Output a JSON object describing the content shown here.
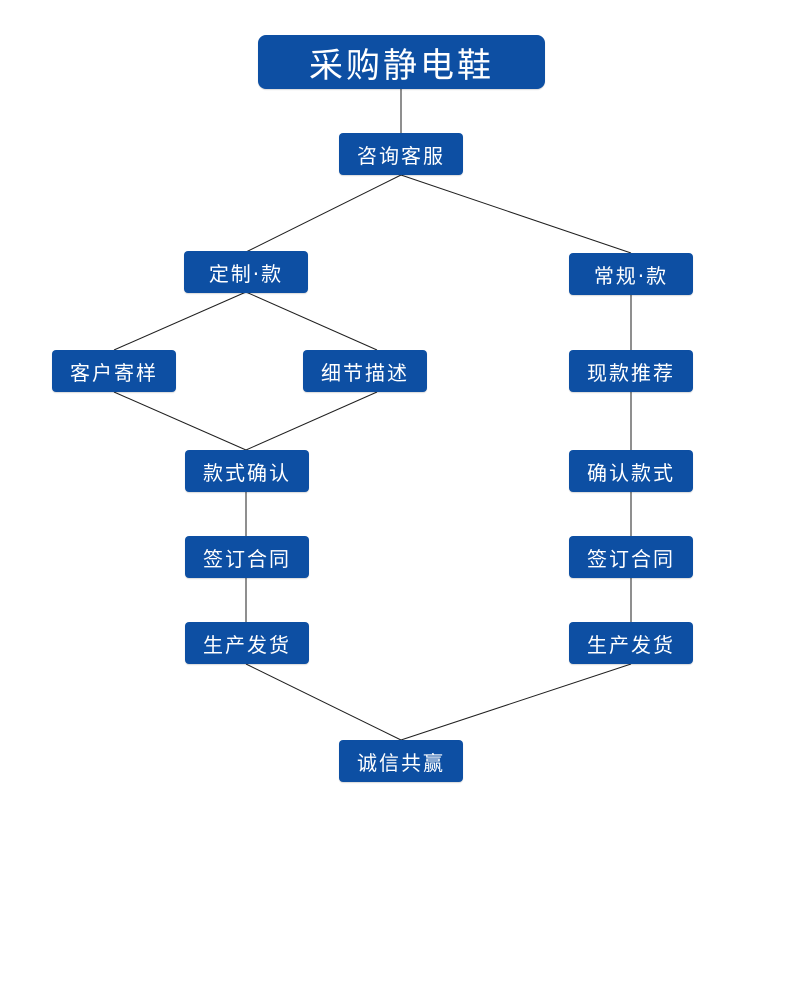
{
  "colors": {
    "node_fill": "#0d4fa3",
    "node_text": "#ffffff",
    "connector": "#1f1f1f",
    "background": "#ffffff"
  },
  "nodes": {
    "title": "采购静电鞋",
    "consult": "咨询客服",
    "custom": "定制·款",
    "regular": "常规·款",
    "customer_sample": "客户寄样",
    "detail_description": "细节描述",
    "recommend_existing": "现款推荐",
    "confirm_style_left": "款式确认",
    "confirm_style_right": "确认款式",
    "sign_contract_left": "签订合同",
    "sign_contract_right": "签订合同",
    "produce_ship_left": "生产发货",
    "produce_ship_right": "生产发货",
    "win_win": "诚信共赢"
  }
}
